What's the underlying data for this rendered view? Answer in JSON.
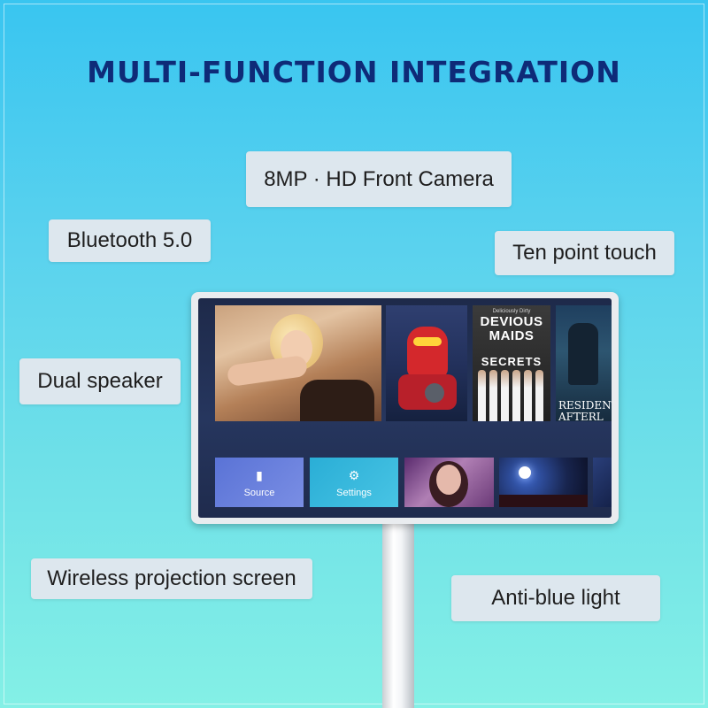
{
  "headline": "MULTI-FUNCTION INTEGRATION",
  "features": {
    "camera": "8MP · HD Front Camera",
    "bluetooth": "Bluetooth 5.0",
    "touch": "Ten point touch",
    "speaker": "Dual speaker",
    "wireless": "Wireless projection screen",
    "anti_blue": "Anti-blue light"
  },
  "screen": {
    "posters": {
      "devious_tag": "Deliciously Dirty",
      "devious_title_1": "DEVIOUS",
      "devious_title_2": "MAIDS",
      "devious_subtitle": "SECRETS",
      "resident_1": "RESIDENT",
      "resident_2": "AFTERL"
    },
    "tiles": {
      "source_label": "Source",
      "settings_label": "Settings",
      "source_icon": "book-icon",
      "settings_icon": "gear-icon"
    }
  },
  "colors": {
    "headline": "#0e2b78",
    "chip_bg": "#dde7ee",
    "bg_top": "#39c5f0",
    "bg_bottom": "#84f0e6"
  }
}
